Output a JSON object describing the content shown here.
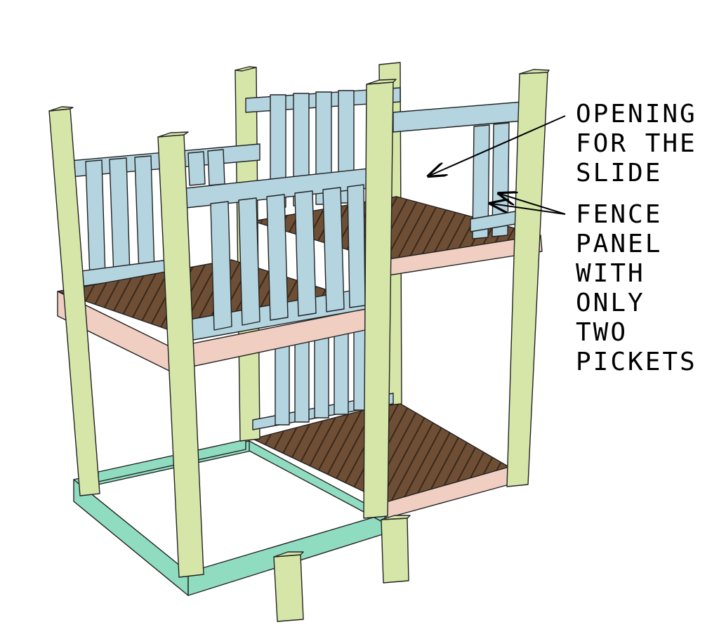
{
  "annotations": {
    "opening": {
      "lines": [
        "OPENING",
        "FOR THE",
        "SLIDE"
      ]
    },
    "fence_panel": {
      "lines": [
        "FENCE",
        "PANEL",
        "WITH",
        "ONLY",
        "TWO",
        "PICKETS"
      ]
    }
  },
  "colors": {
    "post": "#d6e6a8",
    "picket": "#b4d4e0",
    "frame": "#f0cfc2",
    "deck": "#6e4f36",
    "deck_gap": "#3a2818",
    "base": "#8fdcc0",
    "outline": "#222222"
  },
  "icons": [
    "arrow-icon"
  ]
}
